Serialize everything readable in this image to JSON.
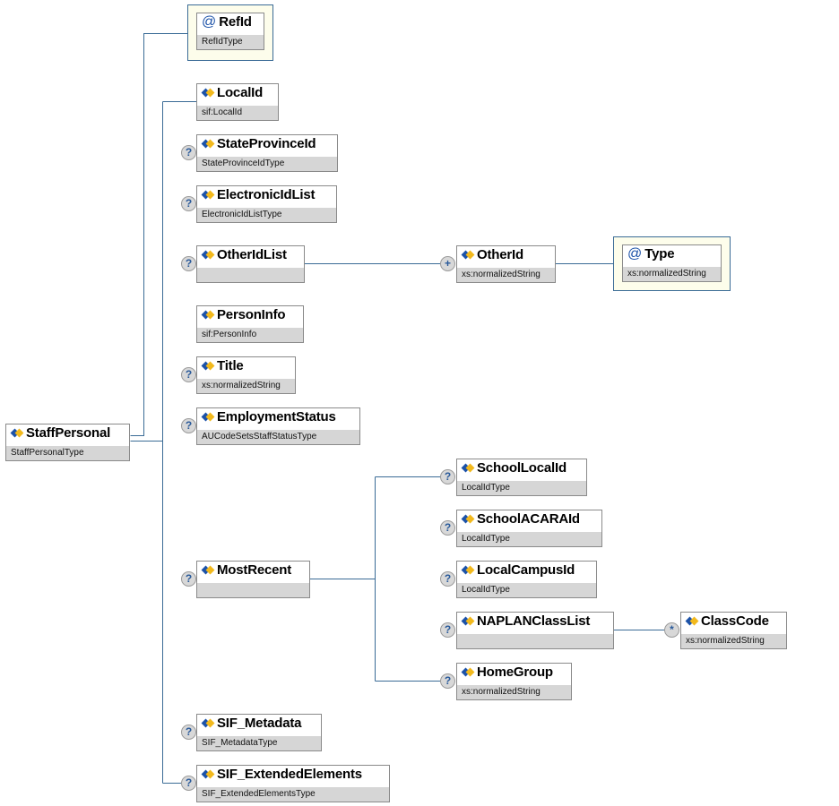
{
  "diagram": {
    "root": {
      "name": "StaffPersonal",
      "type": "StaffPersonalType"
    },
    "attributes": [
      {
        "name": "RefId",
        "type": "RefIdType",
        "icon": "attribute-at-icon"
      }
    ],
    "children": [
      {
        "name": "LocalId",
        "type": "sif:LocalId",
        "badge": ""
      },
      {
        "name": "StateProvinceId",
        "type": "StateProvinceIdType",
        "badge": "?"
      },
      {
        "name": "ElectronicIdList",
        "type": "ElectronicIdListType",
        "badge": "?"
      },
      {
        "name": "OtherIdList",
        "type": "",
        "badge": "?"
      },
      {
        "name": "PersonInfo",
        "type": "sif:PersonInfo",
        "badge": ""
      },
      {
        "name": "Title",
        "type": "xs:normalizedString",
        "badge": "?"
      },
      {
        "name": "EmploymentStatus",
        "type": "AUCodeSetsStaffStatusType",
        "badge": "?"
      },
      {
        "name": "MostRecent",
        "type": "",
        "badge": "?"
      },
      {
        "name": "SIF_Metadata",
        "type": "SIF_MetadataType",
        "badge": "?"
      },
      {
        "name": "SIF_ExtendedElements",
        "type": "SIF_ExtendedElementsType",
        "badge": "?"
      }
    ],
    "otherid": {
      "name": "OtherId",
      "type": "xs:normalizedString",
      "badge": "+"
    },
    "otherid_attr": {
      "name": "Type",
      "type": "xs:normalizedString"
    },
    "mostrecent_children": [
      {
        "name": "SchoolLocalId",
        "type": "LocalIdType",
        "badge": "?"
      },
      {
        "name": "SchoolACARAId",
        "type": "LocalIdType",
        "badge": "?"
      },
      {
        "name": "LocalCampusId",
        "type": "LocalIdType",
        "badge": "?"
      },
      {
        "name": "NAPLANClassList",
        "type": "",
        "badge": "?"
      },
      {
        "name": "HomeGroup",
        "type": "xs:normalizedString",
        "badge": "?"
      }
    ],
    "classcode": {
      "name": "ClassCode",
      "type": "xs:normalizedString",
      "badge": "*"
    },
    "colors": {
      "line": "#3a6b96",
      "attr_bg": "#fdfdeb",
      "type_bg": "#d6d6d6",
      "icon_blue": "#1c52a8",
      "icon_yellow": "#f2b91d"
    }
  }
}
